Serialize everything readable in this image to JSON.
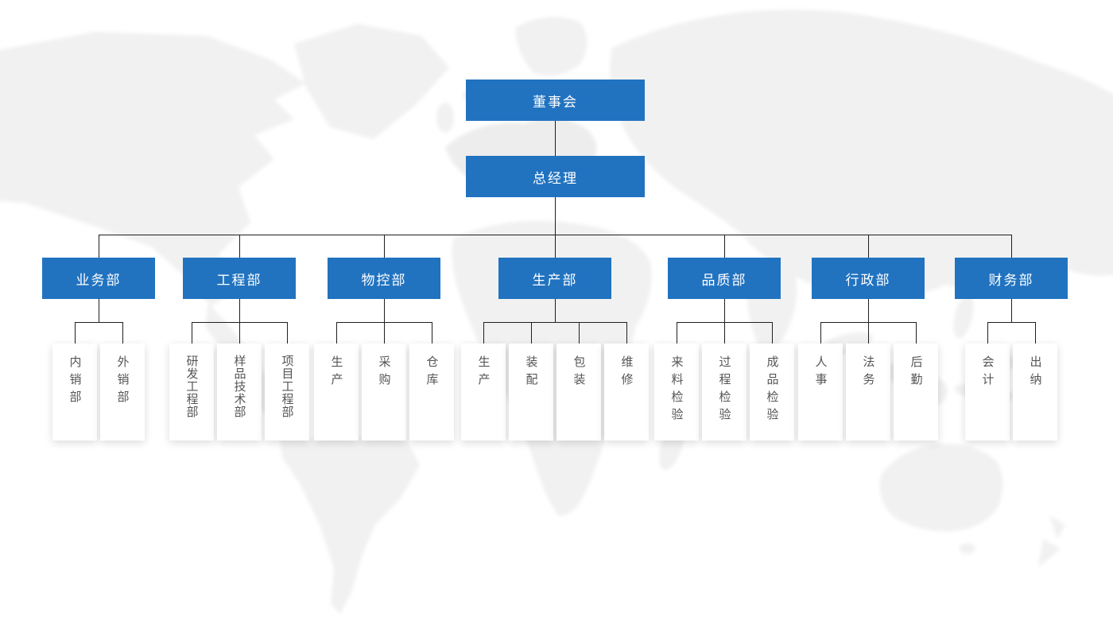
{
  "colors": {
    "node_blue": "#2173c0",
    "node_text": "#ffffff",
    "leaf_background": "#ffffff",
    "leaf_text": "#555555",
    "connector": "#1f1f1f",
    "map_watermark": "#f1f1f1"
  },
  "org": {
    "root": {
      "label": "董事会"
    },
    "gm": {
      "label": "总经理"
    },
    "departments": [
      {
        "label": "业务部",
        "children": [
          {
            "label": "内销部"
          },
          {
            "label": "外销部"
          }
        ]
      },
      {
        "label": "工程部",
        "children": [
          {
            "label": "研发工程部"
          },
          {
            "label": "样品技术部"
          },
          {
            "label": "项目工程部"
          }
        ]
      },
      {
        "label": "物控部",
        "children": [
          {
            "label": "生产"
          },
          {
            "label": "采购"
          },
          {
            "label": "仓库"
          }
        ]
      },
      {
        "label": "生产部",
        "children": [
          {
            "label": "生产"
          },
          {
            "label": "装配"
          },
          {
            "label": "包装"
          },
          {
            "label": "维修"
          }
        ]
      },
      {
        "label": "品质部",
        "children": [
          {
            "label": "来料检验"
          },
          {
            "label": "过程检验"
          },
          {
            "label": "成品检验"
          }
        ]
      },
      {
        "label": "行政部",
        "children": [
          {
            "label": "人事"
          },
          {
            "label": "法务"
          },
          {
            "label": "后勤"
          }
        ]
      },
      {
        "label": "财务部",
        "children": [
          {
            "label": "会计"
          },
          {
            "label": "出纳"
          }
        ]
      }
    ]
  }
}
